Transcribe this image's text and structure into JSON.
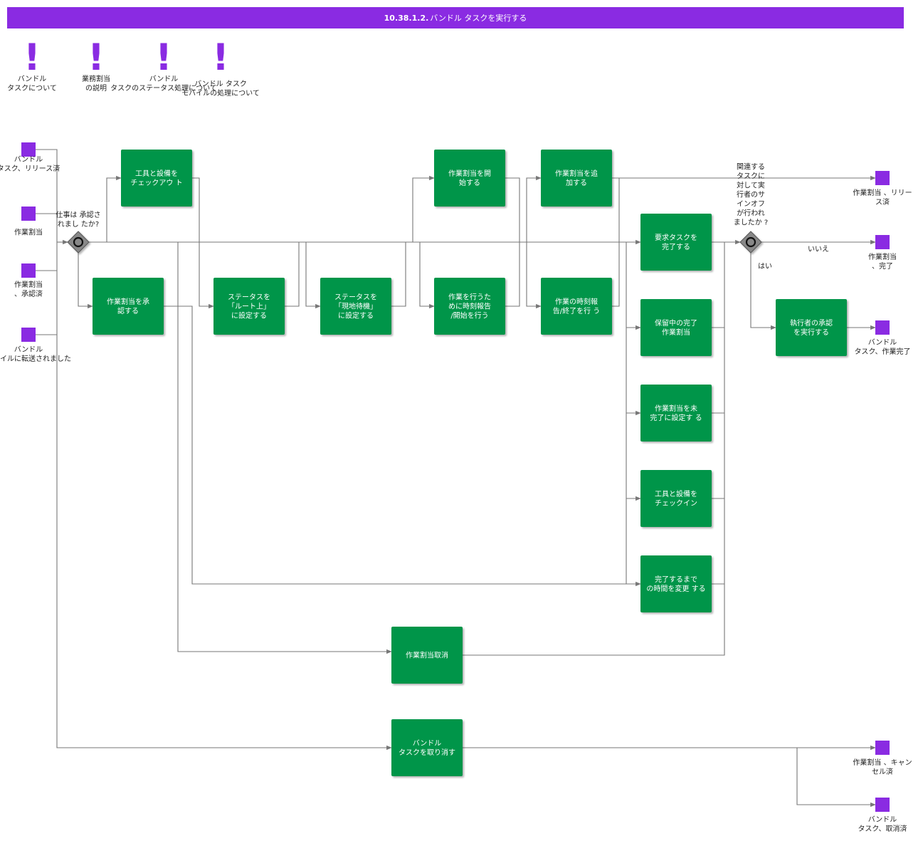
{
  "banner": {
    "section": "10.38.1.2.",
    "title": "バンドル タスクを実行する"
  },
  "colors": {
    "banner": "#8a2be2",
    "event": "#8a2be2",
    "task": "#009549",
    "line": "#777777",
    "gateway": "#888888"
  },
  "info_links": [
    {
      "icon": "exclamation-icon",
      "lines": [
        "バンドル",
        "タスクについて"
      ]
    },
    {
      "icon": "exclamation-icon",
      "lines": [
        "業務割当",
        "の説明"
      ]
    },
    {
      "icon": "exclamation-icon",
      "lines": [
        "バンドル",
        "タスクのステータス処理について"
      ]
    },
    {
      "icon": "exclamation-icon",
      "lines": [
        "バンドル タスク",
        "モバイルの処理について"
      ]
    }
  ],
  "start_events": [
    {
      "lines": [
        "バンドル",
        "タスク、リリース済"
      ]
    },
    {
      "lines": [
        "作業割当"
      ]
    },
    {
      "lines": [
        "作業割当",
        "、承認済"
      ]
    },
    {
      "lines": [
        "バンドル",
        "モバイルに転送されました"
      ]
    }
  ],
  "end_events": [
    {
      "lines": [
        "作業割当 、リリー",
        "ス済"
      ]
    },
    {
      "lines": [
        "作業割当",
        "、完了"
      ]
    },
    {
      "lines": [
        "バンドル",
        "タスク、作業完了"
      ]
    },
    {
      "lines": [
        "作業割当 、キャン",
        "セル済"
      ]
    },
    {
      "lines": [
        "バンドル",
        "タスク、取消済"
      ]
    }
  ],
  "gateways": [
    {
      "lines": [
        "仕事は 承認さ",
        "れまし たか?"
      ]
    },
    {
      "lines": [
        "関連する",
        "タスクに",
        "対して実",
        "行者のサ",
        "インオフ",
        "が行われ",
        "ましたか ?"
      ]
    }
  ],
  "flow_labels": {
    "no": "いいえ",
    "yes": "はい"
  },
  "tasks": [
    {
      "lines": [
        "工具と設備を",
        "チェックアウ ト"
      ]
    },
    {
      "lines": [
        "作業割当を承",
        "認する"
      ]
    },
    {
      "lines": [
        "ステータスを",
        "「ルート上」",
        "に設定する"
      ]
    },
    {
      "lines": [
        "ステータスを",
        "「現地待機」",
        "に設定する"
      ]
    },
    {
      "lines": [
        "作業割当を開",
        "始する"
      ]
    },
    {
      "lines": [
        "作業を行うた",
        "めに時刻報告",
        "/開始を行う"
      ]
    },
    {
      "lines": [
        "作業割当を追",
        "加する"
      ]
    },
    {
      "lines": [
        "作業の時刻報",
        "告/終了を行 う"
      ]
    },
    {
      "lines": [
        "要求タスクを",
        "完了する"
      ]
    },
    {
      "lines": [
        "保留中の完了",
        "作業割当"
      ]
    },
    {
      "lines": [
        "作業割当を未",
        "完了に設定す る"
      ]
    },
    {
      "lines": [
        "工具と設備を",
        "チェックイン"
      ]
    },
    {
      "lines": [
        "完了するまで",
        "の時間を変更 する"
      ]
    },
    {
      "lines": [
        "作業割当取消"
      ]
    },
    {
      "lines": [
        "バンドル",
        "タスクを取り消す"
      ]
    },
    {
      "lines": [
        "執行者の承認",
        "を実行する"
      ]
    }
  ]
}
